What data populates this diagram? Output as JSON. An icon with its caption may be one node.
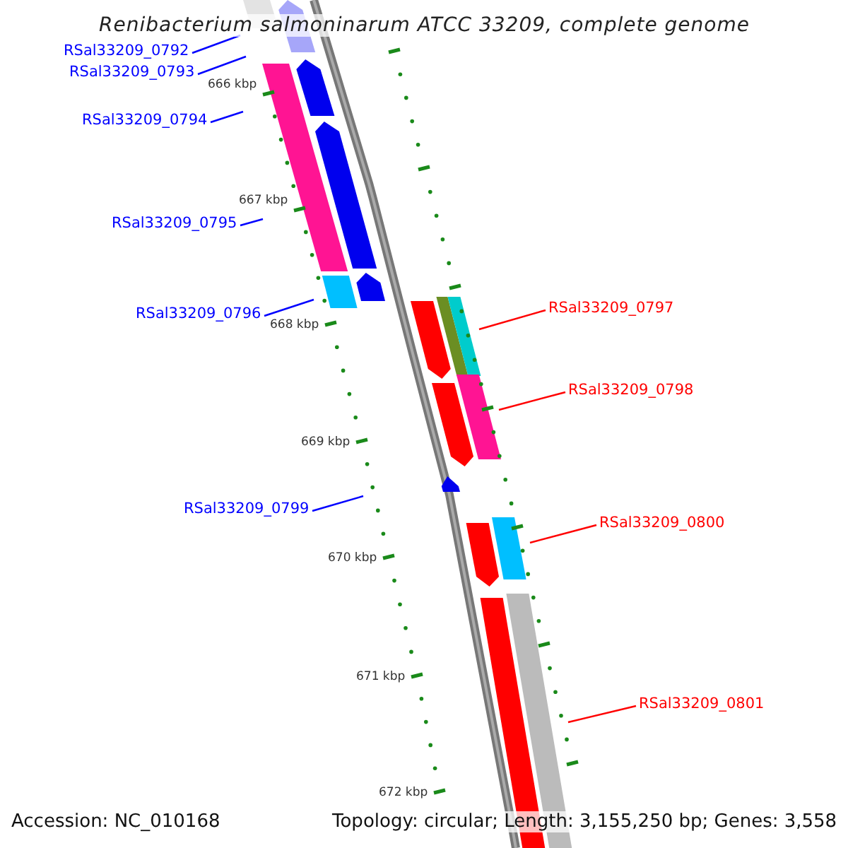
{
  "diagram": {
    "title": "Renibacterium salmoninarum ATCC 33209, complete genome",
    "nodes": [
      {
        "text": [
          "RSal33209_0792"
        ]
      },
      {
        "text": [
          "RSal33209_0793"
        ]
      },
      {
        "text": [
          "RSal33209_0794"
        ]
      },
      {
        "text": [
          "RSal33209_0795"
        ]
      },
      {
        "text": [
          "RSal33209_0796"
        ]
      },
      {
        "text": [
          "RSal33209_0797"
        ]
      },
      {
        "text": [
          "RSal33209_0798"
        ]
      },
      {
        "text": [
          "RSal33209_0799"
        ]
      },
      {
        "text": [
          "RSal33209_0800"
        ]
      },
      {
        "text": [
          "RSal33209_0801"
        ]
      }
    ],
    "edges": [
      {
        "from": 0,
        "to": null,
        "arrow": "none"
      },
      {
        "from": 1,
        "to": null,
        "arrow": "none"
      },
      {
        "from": 2,
        "to": null,
        "arrow": "none"
      },
      {
        "from": 3,
        "to": null,
        "arrow": "none"
      },
      {
        "from": 4,
        "to": null,
        "arrow": "none"
      },
      {
        "from": 5,
        "to": null,
        "arrow": "none",
        "color": "#ff0000"
      },
      {
        "from": 6,
        "to": null,
        "arrow": "none",
        "color": "#ff0000"
      },
      {
        "from": 7,
        "to": null,
        "arrow": "none"
      },
      {
        "from": 8,
        "to": null,
        "arrow": "none",
        "color": "#ff0000"
      },
      {
        "from": 9,
        "to": null,
        "arrow": "none",
        "color": "#ff0000"
      }
    ],
    "labels": [
      "666 kbp",
      "667 kbp",
      "668 kbp",
      "669 kbp",
      "670 kbp",
      "671 kbp",
      "672 kbp",
      "Accession: NC_010168",
      "Topology: circular; Length: 3,155,250 bp; Genes: 3,558"
    ]
  }
}
